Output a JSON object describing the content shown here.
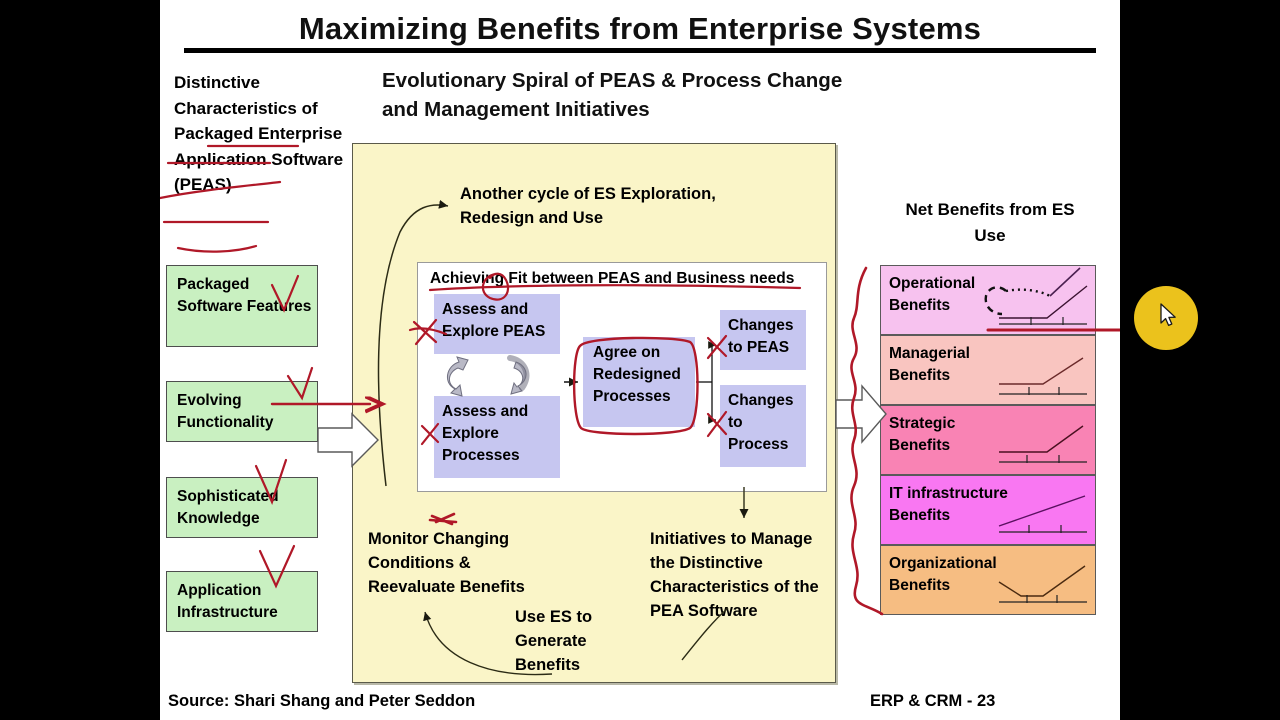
{
  "slide": {
    "title": "Maximizing Benefits from Enterprise Systems",
    "source": "Source: Shari Shang and Peter Seddon",
    "page_label": "ERP & CRM - 23"
  },
  "left_column": {
    "heading": "Distinctive Characteristics of Packaged Enterprise Application Software (PEAS)",
    "items": [
      {
        "label": "Packaged Software Features"
      },
      {
        "label": "Evolving Functionality"
      },
      {
        "label": "Sophisticated Knowledge"
      },
      {
        "label": "Application Infrastructure"
      }
    ]
  },
  "center": {
    "heading": "Evolutionary Spiral of PEAS & Process Change and Management Initiatives",
    "cycle_label": "Another cycle of ES Exploration, Redesign and Use",
    "fit_title": "Achieving Fit between PEAS and Business needs",
    "boxes": {
      "assess_peas": "Assess and Explore PEAS",
      "assess_processes": "Assess and Explore Processes",
      "agree": "Agree on Redesigned Processes",
      "changes_peas": "Changes to PEAS",
      "changes_process": "Changes to Process"
    },
    "monitor": "Monitor Changing Conditions & Reevaluate Benefits",
    "use_es": "Use ES to Generate Benefits",
    "initiatives": "Initiatives to Manage the Distinctive Characteristics of the PEA Software"
  },
  "right_column": {
    "heading": "Net Benefits from ES Use",
    "benefits": [
      {
        "label": "Operational Benefits",
        "color": "#f7c2ef"
      },
      {
        "label": "Managerial Benefits",
        "color": "#f9c5c0"
      },
      {
        "label": "Strategic Benefits",
        "color": "#f983b4"
      },
      {
        "label": "IT infrastructure Benefits",
        "color": "#f977f2"
      },
      {
        "label": "Organizational Benefits",
        "color": "#f6bd82"
      }
    ]
  },
  "annotations": {
    "ink_color": "#b01828",
    "highlight_color": "#ffd21e"
  }
}
